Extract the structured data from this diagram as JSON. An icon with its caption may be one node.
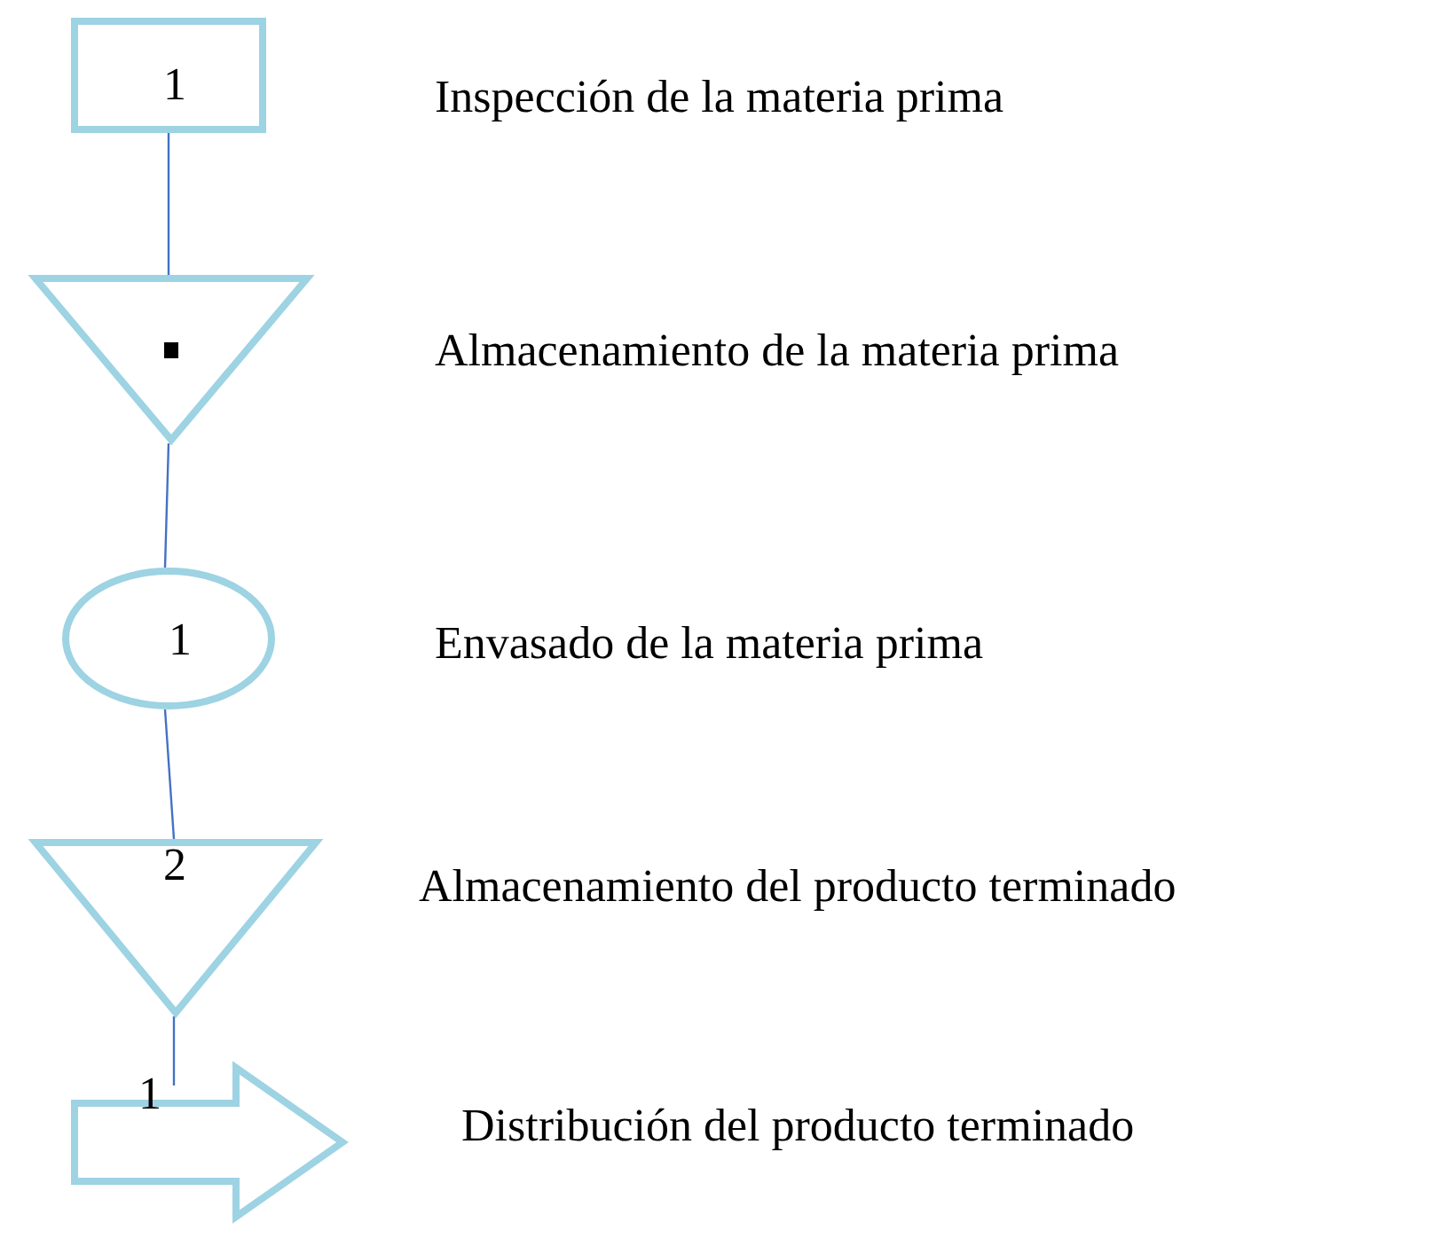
{
  "diagram": {
    "nodes": [
      {
        "text": [
          "1"
        ],
        "beside": [
          "Inspección de la materia prima"
        ]
      },
      {
        "text": [],
        "shape": "triangle",
        "beside": [
          "Almacenamiento de la materia prima"
        ]
      },
      {
        "text": [
          "1"
        ],
        "beside": [
          "Envasado de la materia prima"
        ]
      },
      {
        "text": [
          "2"
        ],
        "beside": [
          "Almacenamiento del producto terminado"
        ]
      },
      {
        "text": [
          "1"
        ],
        "beside": [
          "Distribución del producto terminado"
        ]
      }
    ],
    "edges": [
      {
        "from": 0,
        "to": 1,
        "arrow": "none"
      },
      {
        "from": 1,
        "to": 2,
        "arrow": "none"
      },
      {
        "from": 2,
        "to": 3,
        "arrow": "none"
      },
      {
        "from": 3,
        "to": 4,
        "arrow": "none"
      }
    ]
  }
}
